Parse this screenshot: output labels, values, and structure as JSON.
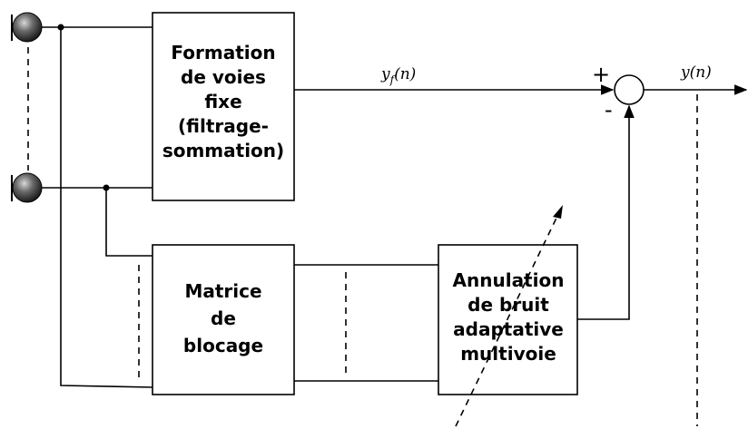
{
  "blocks": {
    "beamformer": [
      "Formation",
      "de voies",
      "fixe",
      "(filtrage-",
      "sommation)"
    ],
    "blocking_matrix": [
      "Matrice",
      "de",
      "blocage"
    ],
    "adaptive_canceller": [
      "Annulation",
      "de bruit",
      "adaptative",
      "multivoie"
    ]
  },
  "signals": {
    "fixed_output": "y",
    "fixed_output_subscript": "f",
    "fixed_output_arg": "(n)",
    "output": "y(n)"
  },
  "summer_signs": {
    "plus": "+",
    "minus": "-"
  },
  "colors": {
    "stroke": "#000000",
    "background": "#ffffff",
    "microphone": "#3a3a3a"
  }
}
